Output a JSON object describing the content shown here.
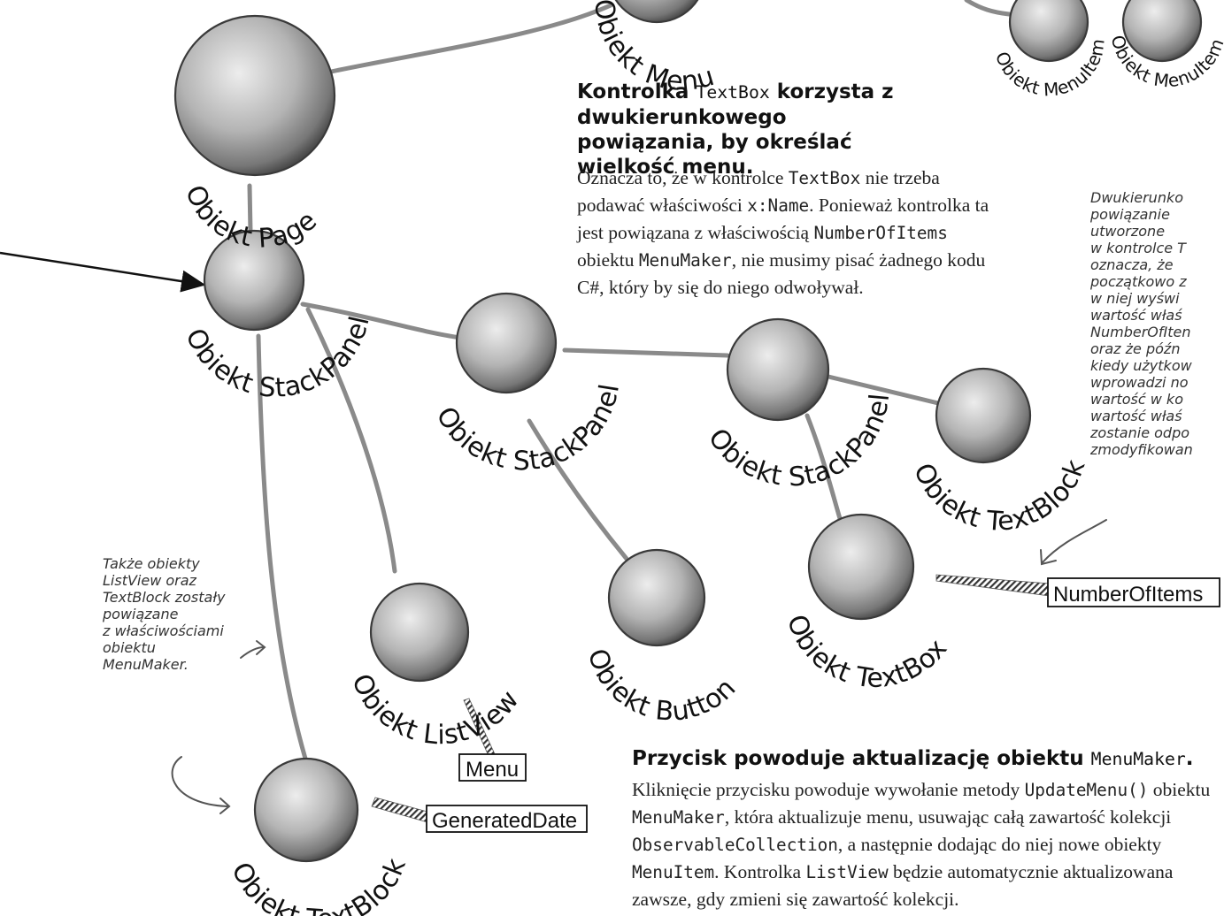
{
  "nodes": {
    "menu": "Obiekt Menu",
    "menuitem_1": "Obiekt MenuItem",
    "menuitem_2": "Obiekt MenuItem",
    "page": "Obiekt Page",
    "stackpanel_root": "Obiekt StackPanel",
    "stackpanel_mid": "Obiekt StackPanel",
    "stackpanel_right": "Obiekt StackPanel",
    "textblock_right": "Obiekt TextBlock",
    "textbox": "Obiekt TextBox",
    "listview": "Obiekt ListView",
    "button": "Obiekt Button",
    "textblock_bottom": "Obiekt TextBlock"
  },
  "bindings": {
    "number_of_items": "NumberOfItems",
    "menu": "Menu",
    "generated_date": "GeneratedDate"
  },
  "callout_textbox": {
    "title_part1": "Kontrolka ",
    "title_code": "TextBox",
    "title_part2": " korzysta z dwukierunkowego powiązania, by określać wielkość menu.",
    "body_1": "Oznacza to, że w kontrolce ",
    "body_code_1": "TextBox",
    "body_2": " nie trzeba podawać właściwości ",
    "body_code_2": "x:Name",
    "body_3": ". Ponieważ kontrolka ta jest powiązana z właściwością ",
    "body_code_3": "NumberOfItems",
    "body_4": " obiektu ",
    "body_code_4": "MenuMaker",
    "body_5": ", nie musimy pisać żadnego kodu C#, który by się do niego odwoływał."
  },
  "callout_button": {
    "title_part1": "Przycisk powoduje aktualizację obiektu ",
    "title_code": "MenuMaker",
    "title_part2": ".",
    "body_1": "Kliknięcie przycisku powoduje wywołanie metody ",
    "body_code_1": "UpdateMenu()",
    "body_2": " obiektu ",
    "body_code_2": "MenuMaker",
    "body_3": ", która aktualizuje menu, usuwając całą zawartość kolekcji ",
    "body_code_3": "ObservableCollection",
    "body_4": ", a następnie dodając do niej nowe obiekty ",
    "body_code_4": "MenuItem",
    "body_5": ". Kontrolka ",
    "body_code_5": "ListView",
    "body_6": " będzie automatycznie aktualizowana zawsze, gdy zmieni się zawartość kolekcji."
  },
  "note_twoway": "Dwukierunko\npowiązanie\nutworzone\nw kontrolce T\noznacza, że\npoczątkowo z\nw niej wyświ\nwartość właś\nNumberOfIten\noraz że późn\nkiedy użytkow\nwprowadzi no\nwartość w ko\nwartość właś\nzostanie odpo\nzmodyfikowan",
  "note_listview": "Także obiekty\nListView oraz\nTextBlock zostały\npowiązane\nz właściwościami\nobiektu\nMenuMaker.",
  "colors": {
    "line": "#8a8a8a",
    "sphere_light": "#e6e6e6",
    "sphere_mid": "#a9a9a9",
    "sphere_dark": "#4d4d4d"
  }
}
